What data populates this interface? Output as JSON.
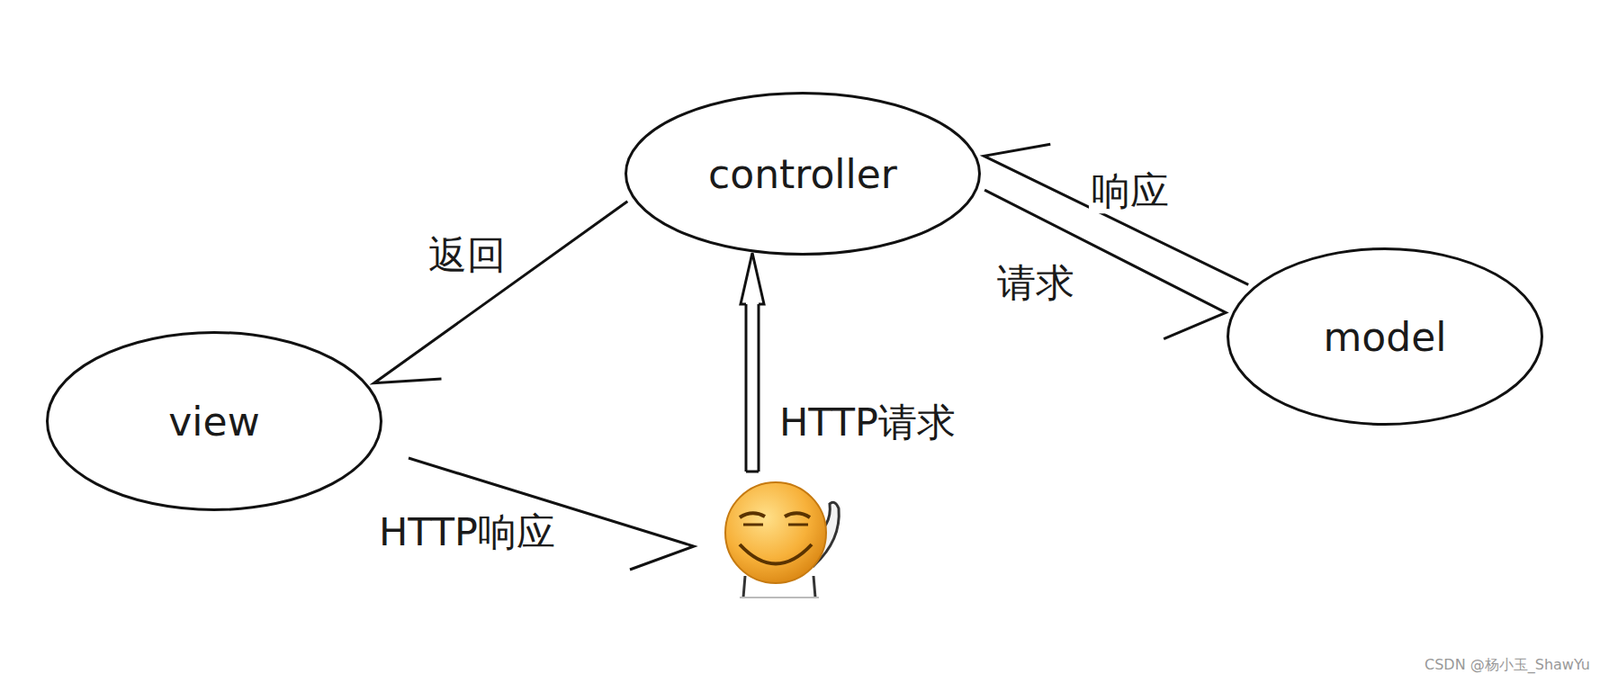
{
  "diagram": {
    "nodes": [
      {
        "text": [
          "controller"
        ]
      },
      {
        "text": [
          "view"
        ]
      },
      {
        "text": [
          "model"
        ]
      }
    ],
    "edges": [
      {
        "from": 0,
        "to": 1,
        "label": "返回",
        "arrow": "to"
      },
      {
        "from": 0,
        "to": 2,
        "label": "请求",
        "arrow": "to"
      },
      {
        "from": 2,
        "to": 0,
        "label": "响应",
        "arrow": "to"
      }
    ],
    "labels": [
      "HTTP请求",
      "HTTP响应",
      "CSDN @杨小玉_ShawYu"
    ]
  }
}
